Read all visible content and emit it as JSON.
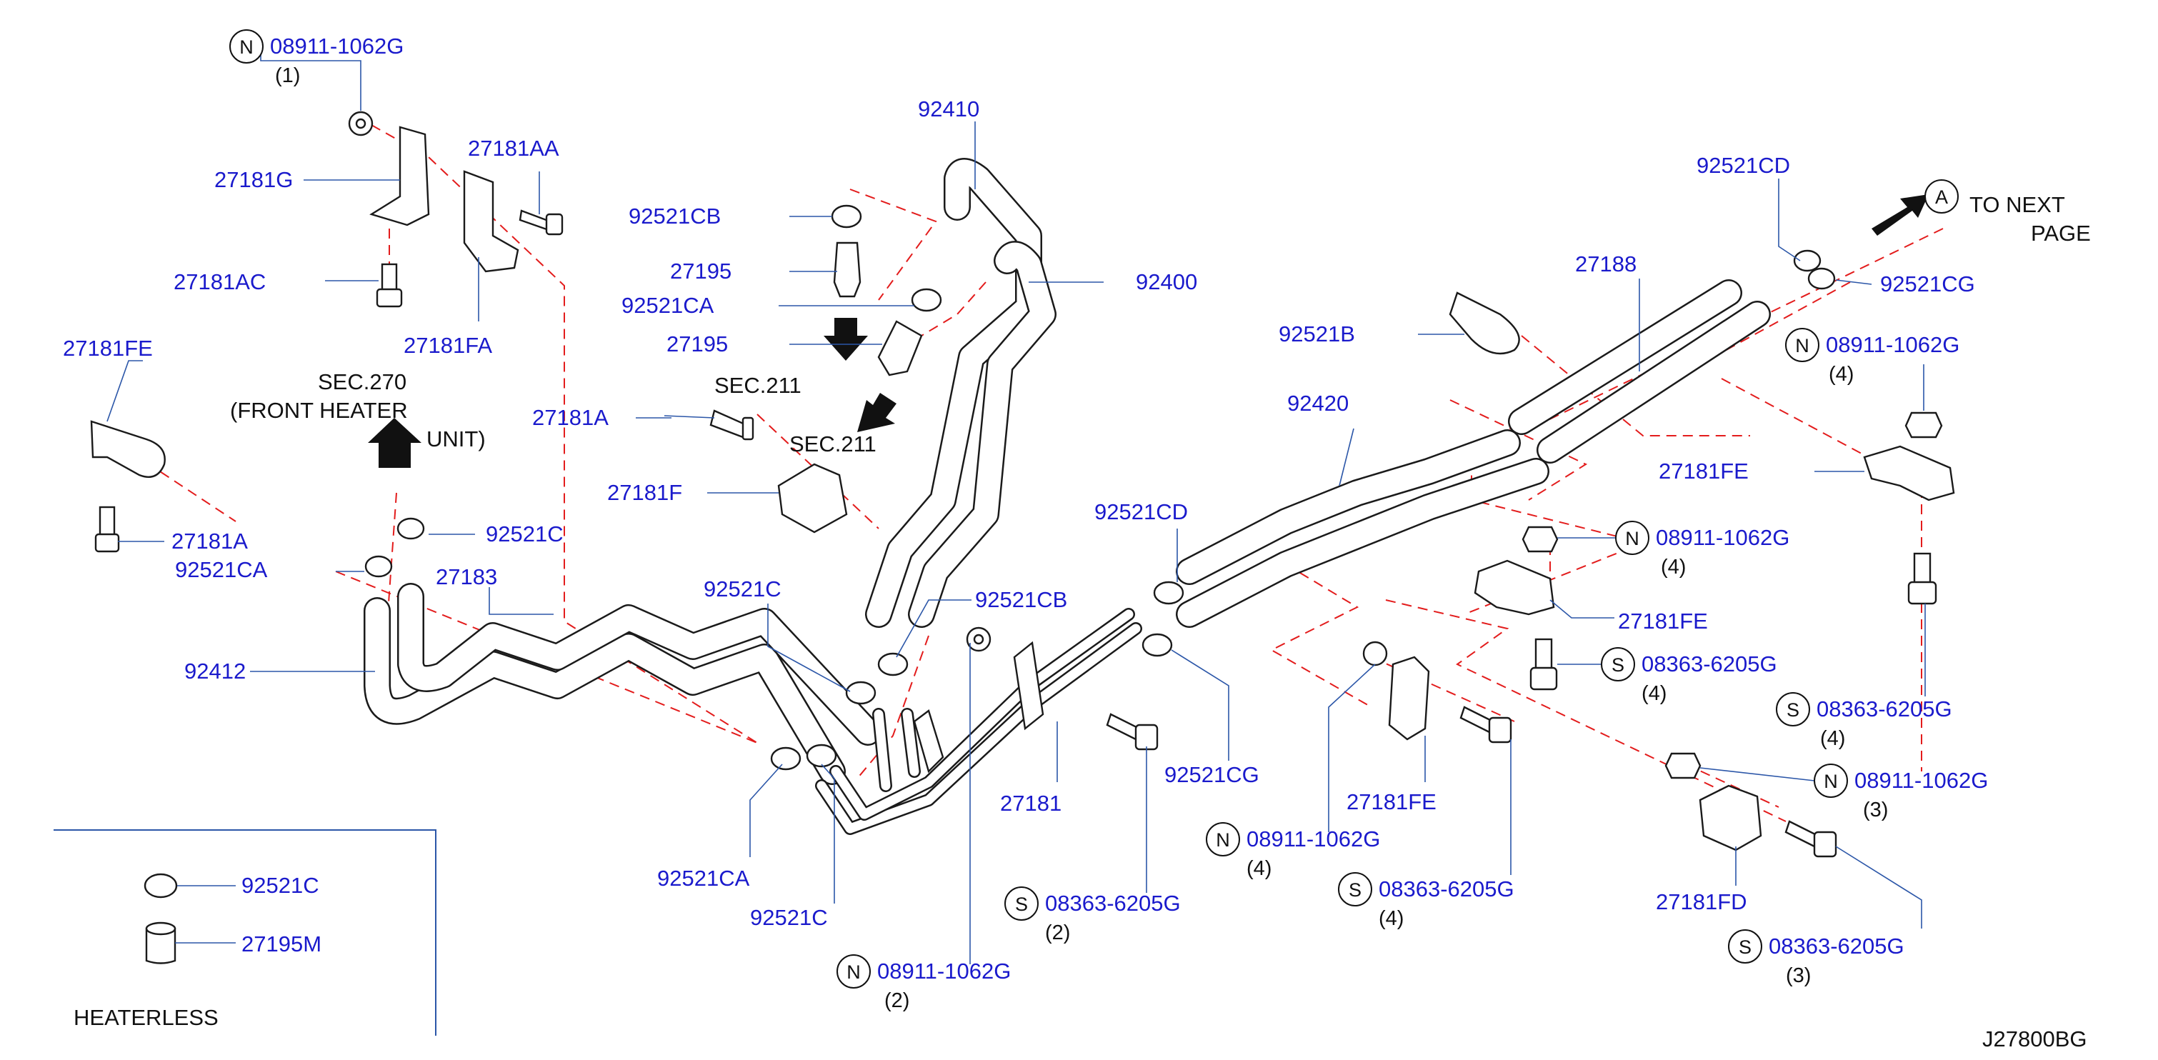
{
  "diagram_code": "J27800BG",
  "inset_caption": "HEATERLESS",
  "symbols": {
    "nut": "N",
    "screw": "S",
    "point_a": "A"
  },
  "page_ref": {
    "line1": "TO  NEXT",
    "line2": "PAGE"
  },
  "sec270": {
    "line1": "SEC.270",
    "line2": "(FRONT   HEATER",
    "line3": "UNIT)"
  },
  "sec211": "SEC.211",
  "parts": {
    "p27181G": "27181G",
    "p27181AA": "27181AA",
    "p27181AC": "27181AC",
    "p27181FA": "27181FA",
    "p27181FE_left": "27181FE",
    "p27181A_left": "27181A",
    "p92521CA_left": "92521CA",
    "p92521C_left": "92521C",
    "p27181A_mid": "27181A",
    "p27183": "27183",
    "p92412": "92412",
    "p92410": "92410",
    "p92521CB_top": "92521CB",
    "p27195_a": "27195",
    "p92521CA_top": "92521CA",
    "p27195_b": "27195",
    "p92400": "92400",
    "p27181F": "27181F",
    "p92521C_mid": "92521C",
    "p92521CB_mid": "92521CB",
    "p92521CA_bottom": "92521CA",
    "p92521C_bottom": "92521C",
    "p27181": "27181",
    "p92521CD_mid": "92521CD",
    "p92521CG_mid": "92521CG",
    "p92420": "92420",
    "p92521B": "92521B",
    "p27188": "27188",
    "p92521CD_right": "92521CD",
    "p92521CG_right": "92521CG",
    "p27181FE_right": "27181FE",
    "p27181FE_mid": "27181FE",
    "p27181FE_low": "27181FE",
    "p27181FD": "27181FD",
    "p92521C_inset": "92521C",
    "p27195M_inset": "27195M"
  },
  "fasteners": {
    "n_top": {
      "part": "08911-1062G",
      "qty": "(1)"
    },
    "n_right": {
      "part": "08911-1062G",
      "qty": "(4)"
    },
    "n_mid": {
      "part": "08911-1062G",
      "qty": "(4)"
    },
    "s_mid": {
      "part": "08363-6205G",
      "qty": "(4)"
    },
    "s_right": {
      "part": "08363-6205G",
      "qty": "(4)"
    },
    "n_low_right": {
      "part": "08911-1062G",
      "qty": "(3)"
    },
    "n_center": {
      "part": "08911-1062G",
      "qty": "(4)"
    },
    "s_center": {
      "part": "08363-6205G",
      "qty": "(4)"
    },
    "s_bottom_right": {
      "part": "08363-6205G",
      "qty": "(3)"
    },
    "s_bottom": {
      "part": "08363-6205G",
      "qty": "(2)"
    },
    "n_bottom": {
      "part": "08911-1062G",
      "qty": "(2)"
    }
  }
}
